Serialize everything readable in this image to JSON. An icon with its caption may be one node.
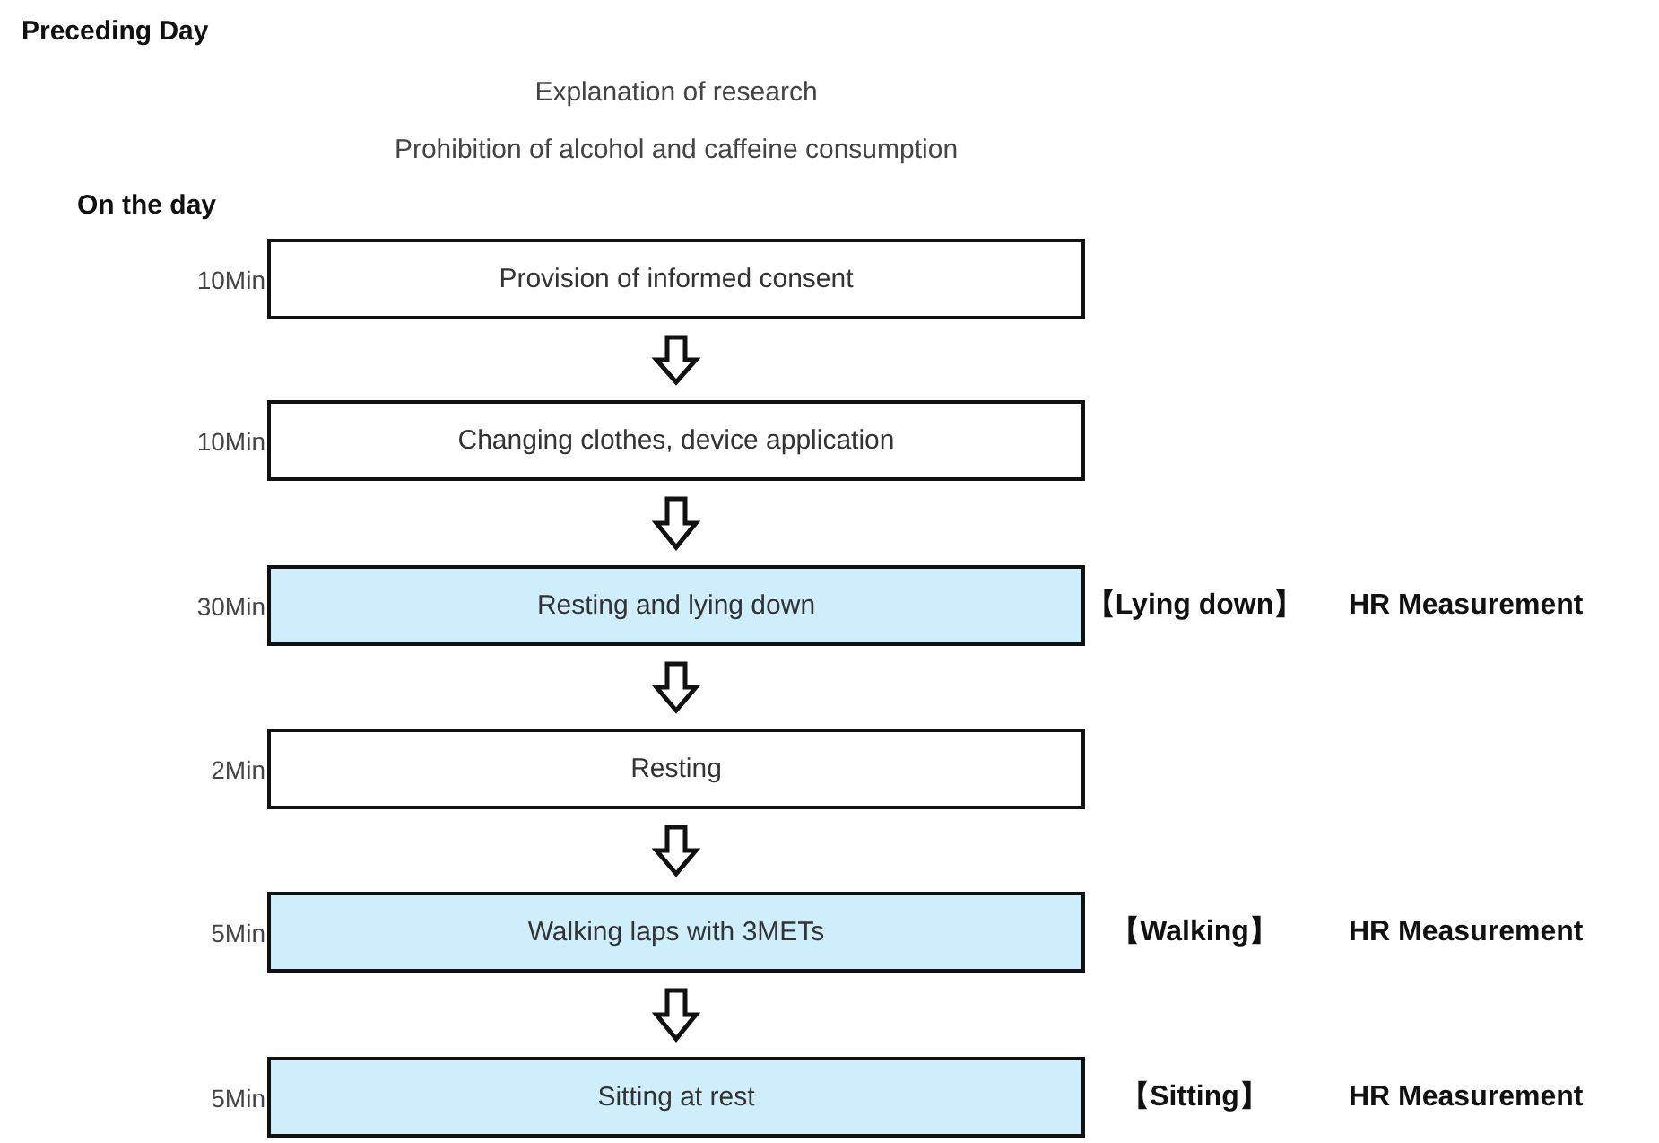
{
  "diagram": {
    "nodes": [
      {
        "text": [
          "Provision of informed consent"
        ],
        "beside": [
          "10Min"
        ]
      },
      {
        "text": [
          "Changing clothes, device application"
        ],
        "beside": [
          "10Min"
        ]
      },
      {
        "text": [
          "Resting and lying down"
        ],
        "beside": [
          "30Min",
          "【Lying down】",
          "HR Measurement"
        ]
      },
      {
        "text": [
          "Resting"
        ],
        "beside": [
          "2Min"
        ]
      },
      {
        "text": [
          "Walking laps with 3METs"
        ],
        "beside": [
          "5Min",
          "【Walking】",
          "HR Measurement"
        ]
      },
      {
        "text": [
          "Sitting at rest"
        ],
        "beside": [
          "5Min",
          "【Sitting】",
          "HR Measurement"
        ]
      }
    ],
    "edges": [
      {
        "from": 0,
        "to": 1,
        "arrow": "to"
      },
      {
        "from": 1,
        "to": 2,
        "arrow": "to"
      },
      {
        "from": 2,
        "to": 3,
        "arrow": "to"
      },
      {
        "from": 3,
        "to": 4,
        "arrow": "to"
      },
      {
        "from": 4,
        "to": 5,
        "arrow": "to"
      }
    ],
    "labels": [
      "Preceding Day",
      "Explanation of research",
      "Prohibition of alcohol and caffeine consumption",
      "On the day"
    ]
  }
}
